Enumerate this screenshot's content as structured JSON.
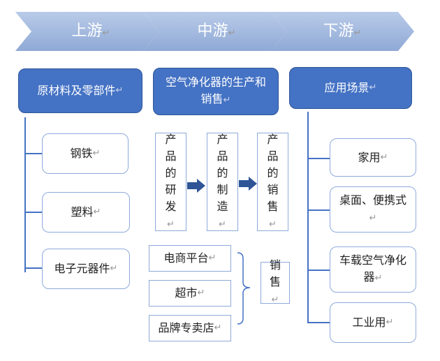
{
  "stages": [
    "上游",
    "中游",
    "下游"
  ],
  "upstream": {
    "header": "原材料及零部件",
    "items": [
      "钢铁",
      "塑料",
      "电子元器件"
    ]
  },
  "midstream": {
    "header": "空气净化器的生产和销售",
    "steps": [
      "产品的研发",
      "产品的制造",
      "产品的销售"
    ],
    "channels": [
      "电商平台",
      "超市",
      "品牌专卖店"
    ],
    "sales_label": "销售"
  },
  "downstream": {
    "header": "应用场景",
    "items": [
      "家用",
      "桌面、便携式",
      "车载空气净化器",
      "工业用"
    ]
  },
  "colors": {
    "chevron": "#a9bde0",
    "header_fill": "#4472c4",
    "box_border": "#8eaadb",
    "arrow": "#2f5597"
  }
}
